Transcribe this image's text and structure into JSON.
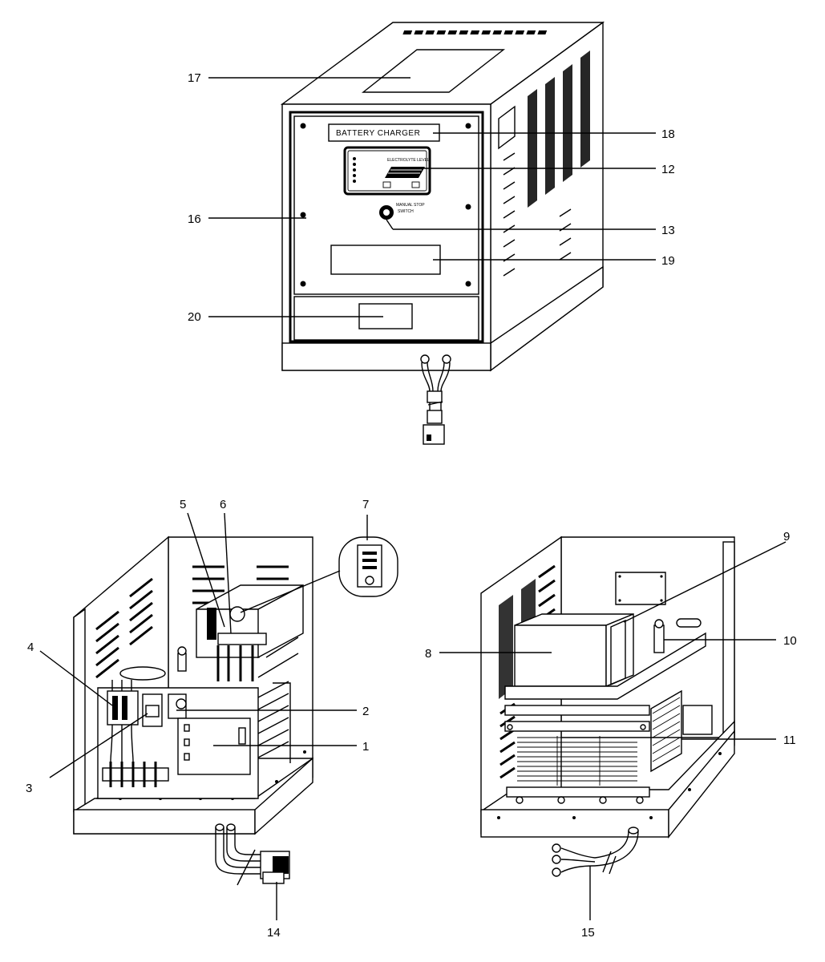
{
  "panel": {
    "title": "BATTERY CHARGER",
    "manual_stop_line1": "MANUAL STOP",
    "manual_stop_line2": "SWITCH",
    "display_header": "ELECTROLYTE LEVEL"
  },
  "callouts": {
    "c1": "1",
    "c2": "2",
    "c3": "3",
    "c4": "4",
    "c5": "5",
    "c6": "6",
    "c7": "7",
    "c8": "8",
    "c9": "9",
    "c10": "10",
    "c11": "11",
    "c12": "12",
    "c13": "13",
    "c14": "14",
    "c15": "15",
    "c16": "16",
    "c17": "17",
    "c18": "18",
    "c19": "19",
    "c20": "20"
  }
}
